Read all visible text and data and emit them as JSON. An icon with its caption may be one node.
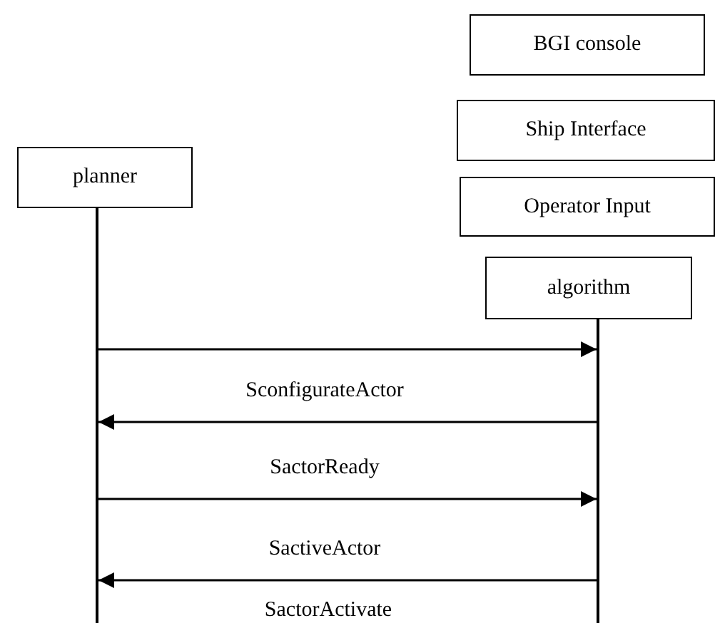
{
  "diagram": {
    "nodes": [
      {
        "text": [
          "BGI console"
        ]
      },
      {
        "text": [
          "Ship Interface"
        ]
      },
      {
        "text": [
          "Operator Input"
        ]
      },
      {
        "text": [
          "planner"
        ]
      },
      {
        "text": [
          "algorithm"
        ]
      },
      {
        "text": [],
        "shape": "line"
      },
      {
        "text": [],
        "shape": "line"
      }
    ],
    "edges": [
      {
        "from": 5,
        "to": 6,
        "arrow": "to"
      },
      {
        "from": 6,
        "to": 5,
        "arrow": "to",
        "label": "SconfigurateActor"
      },
      {
        "from": 5,
        "to": 6,
        "arrow": "to",
        "label": "SactorReady"
      },
      {
        "from": 6,
        "to": 5,
        "arrow": "to",
        "label": "SactiveActor"
      }
    ],
    "labels": [
      "SactorActivate"
    ]
  }
}
